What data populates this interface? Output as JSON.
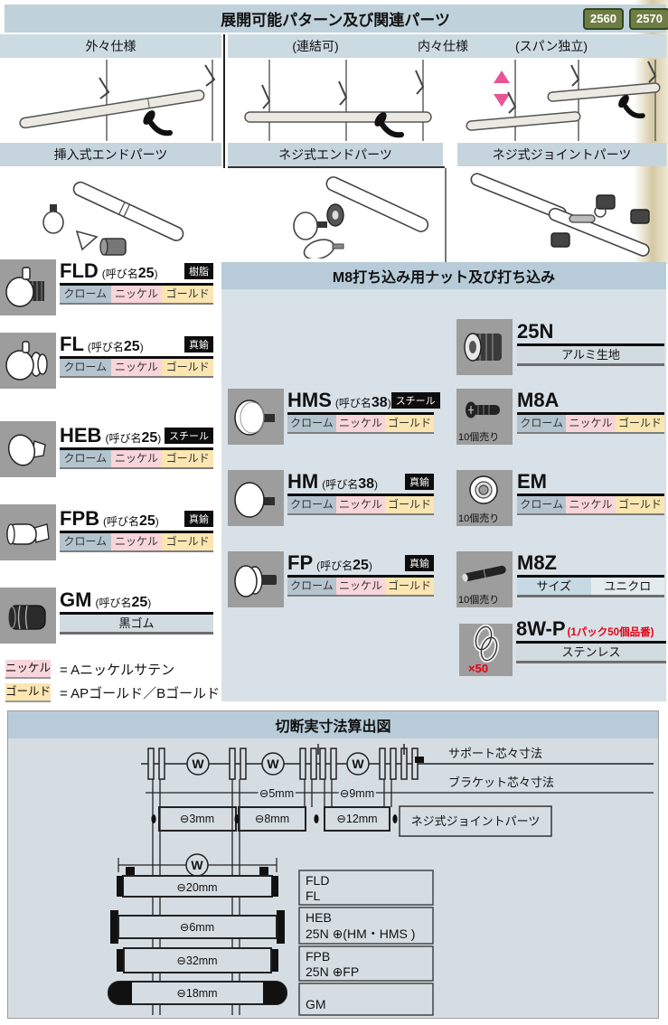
{
  "header": {
    "title": "展開可能パターン及び関連パーツ",
    "badges": [
      "2560",
      "2570"
    ]
  },
  "spec_row": {
    "outer": "外々仕様",
    "linkable": "(連結可)",
    "inner": "内々仕様",
    "span_independent": "(スパン独立)"
  },
  "part_bands": {
    "insert_end": "挿入式エンドパーツ",
    "screw_end": "ネジ式エンドパーツ",
    "screw_joint": "ネジ式ジョイントパーツ"
  },
  "mid_section": {
    "title": "M8打ち込み用ナット及び打ち込み"
  },
  "labels": {
    "size_prefix": "(呼び名",
    "size_suffix": ")"
  },
  "finishes": {
    "chrome": "クローム",
    "nickel": "ニッケル",
    "gold": "ゴールド"
  },
  "left_products": [
    {
      "code": "FLD",
      "size": "25",
      "tag": "樹脂"
    },
    {
      "code": "FL",
      "size": "25",
      "tag": "真鍮"
    },
    {
      "code": "HEB",
      "size": "25",
      "tag": "スチール"
    },
    {
      "code": "FPB",
      "size": "25",
      "tag": "真鍮"
    },
    {
      "code": "GM",
      "size": "25",
      "single": "黒ゴム"
    }
  ],
  "mid_products": [
    {
      "code": "HMS",
      "size": "38",
      "tag": "スチール"
    },
    {
      "code": "HM",
      "size": "38",
      "tag": "真鍮"
    },
    {
      "code": "FP",
      "size": "25",
      "tag": "真鍮"
    }
  ],
  "right_products": [
    {
      "code": "25N",
      "single": "アルミ生地"
    },
    {
      "code": "M8A",
      "qty": "10個売り"
    },
    {
      "code": "EM",
      "qty": "10個売り"
    },
    {
      "code": "M8Z",
      "qty": "10個売り",
      "cells": [
        "サイズ",
        "ユニクロ"
      ]
    },
    {
      "code": "8W-P",
      "pack_note": "(1パック50個品番)",
      "qty": "×50",
      "single": "ステンレス"
    }
  ],
  "notes": [
    {
      "chip": "ニッケル",
      "text": "= Aニッケルサテン"
    },
    {
      "chip": "ゴールド",
      "text": "= APゴールド／Bゴールド"
    }
  ],
  "cut_section": {
    "title": "切断実寸法算出図",
    "support_label": "サポート芯々寸法",
    "bracket_label": "ブラケット芯々寸法",
    "joint_box": "ネジ式ジョイントパーツ",
    "w": "W",
    "line_deductions": [
      "⊖5mm",
      "⊖9mm"
    ],
    "bar_deductions": [
      "⊖3mm",
      "⊖8mm",
      "⊖12mm"
    ],
    "rod_rows": [
      {
        "deduction": "⊖20mm",
        "line1": "FLD",
        "line2": "FL"
      },
      {
        "deduction": "⊖6mm",
        "line1": "HEB",
        "line2": "25N ⊕(HM・HMS )"
      },
      {
        "deduction": "⊖32mm",
        "line1": "FPB",
        "line2": "25N ⊕FP"
      },
      {
        "deduction": "⊖18mm",
        "line1": "GM",
        "line2": ""
      }
    ]
  },
  "colors": {
    "band_bg": "#bfd2dc",
    "panel_bg": "#d8e1e7",
    "badge_bg": "#6f7d44",
    "badge_border": "#31491c",
    "chrome_bg": "#b4c4ce",
    "nickel_bg": "#f8d5da",
    "gold_bg": "#fbe5b1",
    "accent_red": "#e50012",
    "arrow_pink": "#e85595"
  }
}
